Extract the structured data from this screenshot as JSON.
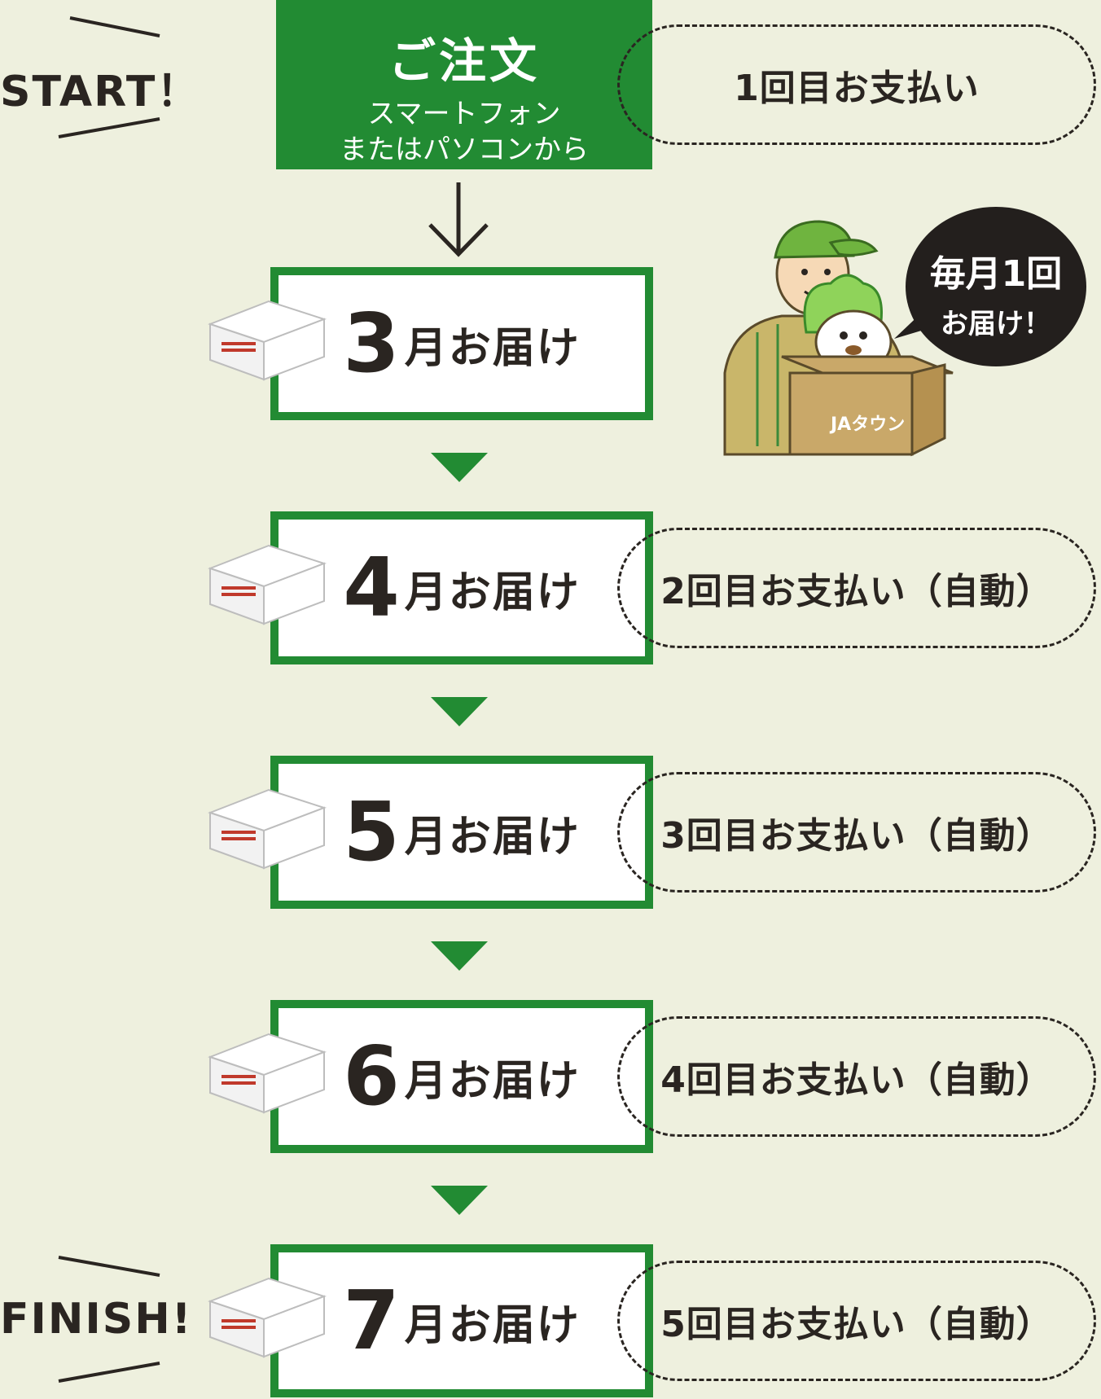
{
  "flow": {
    "start_label": "START！",
    "finish_label": "FINISH!",
    "order": {
      "title": "ご注文",
      "line1": "スマートフォン",
      "line2": "またはパソコンから"
    },
    "first_payment": "1回目お支払い",
    "deliveries": [
      {
        "month": "3",
        "suffix": "月お届け",
        "payment": ""
      },
      {
        "month": "4",
        "suffix": "月お届け",
        "payment": "2回目お支払い（自動）"
      },
      {
        "month": "5",
        "suffix": "月お届け",
        "payment": "3回目お支払い（自動）"
      },
      {
        "month": "6",
        "suffix": "月お届け",
        "payment": "4回目お支払い（自動）"
      },
      {
        "month": "7",
        "suffix": "月お届け",
        "payment": "5回目お支払い（自動）"
      }
    ]
  },
  "mascot": {
    "bubble_line1": "毎月1回",
    "bubble_line2": "お届け！",
    "box_text": "JAタウン"
  },
  "colors": {
    "accent_green": "#228b33",
    "background": "#eef0de",
    "ink": "#2a2521",
    "bubble": "#231f1d"
  }
}
